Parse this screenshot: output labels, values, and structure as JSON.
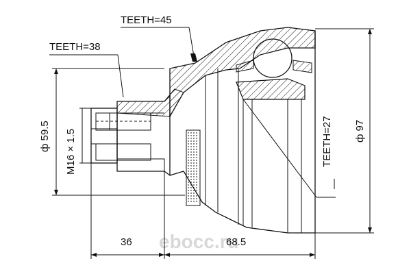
{
  "drawing": {
    "teeth_outer": "TEETH=45",
    "teeth_shaft": "TEETH=38",
    "teeth_inner": "TEETH=27",
    "dia_shaft": "ф 59.5",
    "thread": "M16 × 1.5",
    "dia_bell": "ф 97",
    "len_shaft": "36",
    "len_bell": "68.5",
    "dash_mark": "—"
  },
  "watermark": {
    "text": "ebocc.ru"
  }
}
